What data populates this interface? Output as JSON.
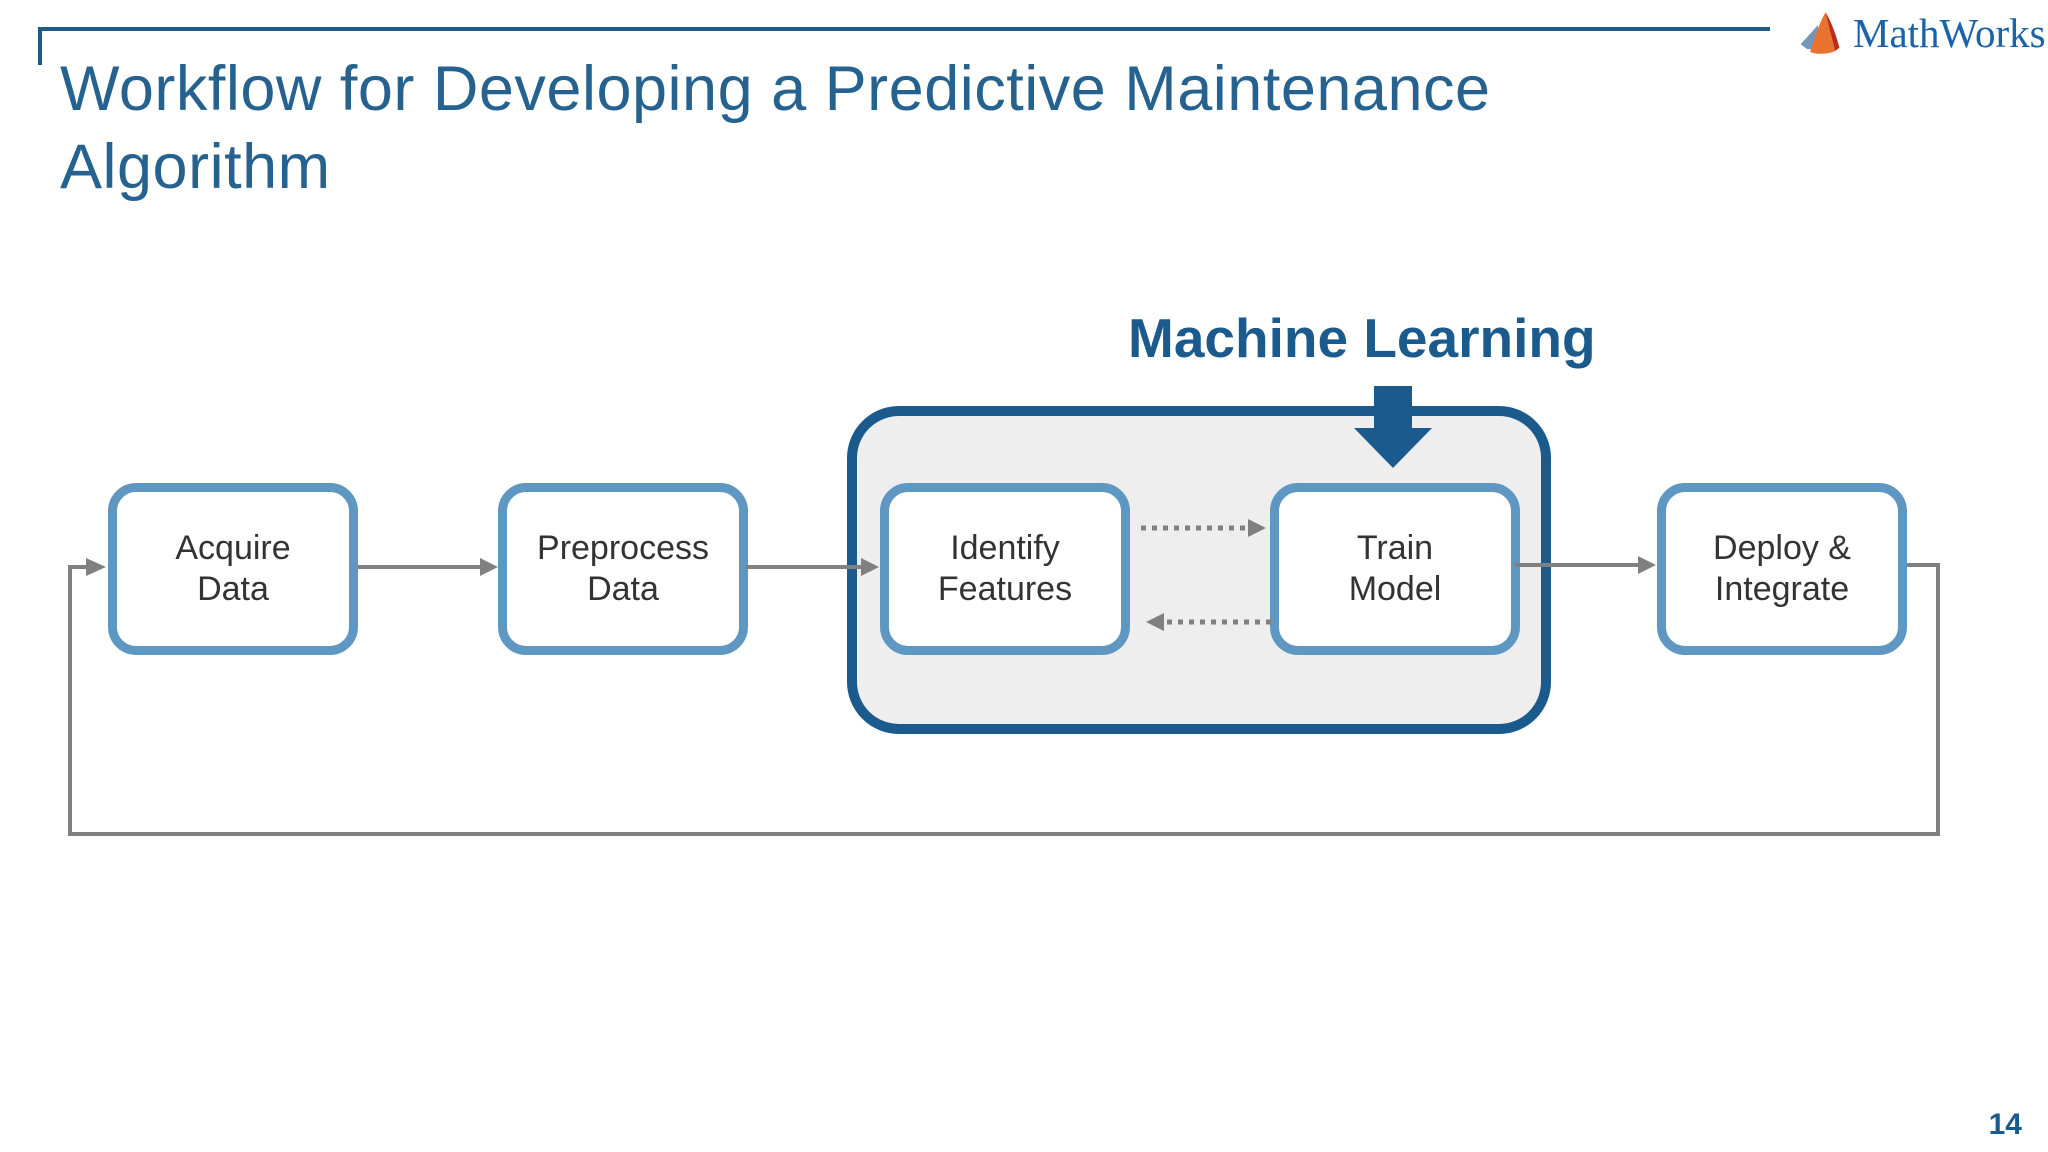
{
  "slide": {
    "title": "Workflow for Developing a Predictive Maintenance Algorithm",
    "page_number": "14"
  },
  "logo": {
    "brand": "MathWorks",
    "registered": "®"
  },
  "machine_learning": {
    "label": "Machine Learning"
  },
  "workflow": {
    "nodes": [
      {
        "id": "acquire-data",
        "label": "Acquire\nData"
      },
      {
        "id": "preprocess-data",
        "label": "Preprocess\nData"
      },
      {
        "id": "identify-features",
        "label": "Identify\nFeatures"
      },
      {
        "id": "train-model",
        "label": "Train\nModel"
      },
      {
        "id": "deploy-integrate",
        "label": "Deploy &\nIntegrate"
      }
    ],
    "grouped_nodes": [
      "identify-features",
      "train-model"
    ],
    "connections": [
      {
        "from": "acquire-data",
        "to": "preprocess-data",
        "style": "solid"
      },
      {
        "from": "preprocess-data",
        "to": "identify-features",
        "style": "solid"
      },
      {
        "from": "identify-features",
        "to": "train-model",
        "style": "dotted"
      },
      {
        "from": "train-model",
        "to": "identify-features",
        "style": "dotted"
      },
      {
        "from": "train-model",
        "to": "deploy-integrate",
        "style": "solid"
      },
      {
        "from": "deploy-integrate",
        "to": "acquire-data",
        "style": "feedback-loop"
      }
    ]
  },
  "colors": {
    "title-blue": "#26628f",
    "rule-blue": "#1d5b87",
    "dark-blue": "#1a5a8c",
    "node-border": "#5d97c2",
    "node-text": "#333333",
    "arrow-grey": "#808080",
    "group-fill": "#eeeeef",
    "logo-blue": "#1b63a8",
    "logo-orange": "#e9732e",
    "logo-red": "#b92d1e",
    "logo-slate": "#7296bd"
  }
}
